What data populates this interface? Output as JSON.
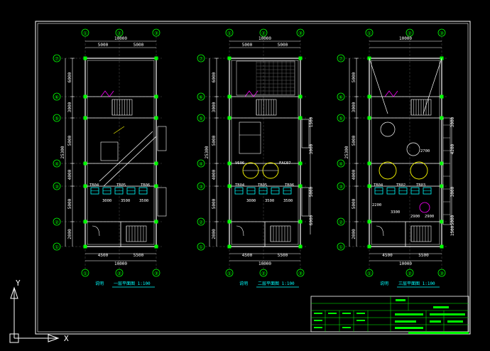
{
  "plans": [
    {
      "id": "plan-1",
      "axes_top": [
        "①",
        "②",
        "③"
      ],
      "axes_side": [
        "⑦",
        "⑥",
        "⑤",
        "④",
        "③",
        "②",
        "①"
      ],
      "top_total": "10000",
      "top_dims": [
        "5000",
        "5000"
      ],
      "left_total": "25300",
      "left_dims": [
        "6000",
        "3000",
        "5000",
        "4000",
        "5000",
        "2000"
      ],
      "bottom_dims": [
        "4500",
        "5500"
      ],
      "bottom_total": "10000",
      "labels": [
        "TB04",
        "TB05",
        "TB06",
        "3000",
        "3500",
        "3500"
      ],
      "caption": "一层平面图 1:100",
      "caption_prefix": "说明"
    },
    {
      "id": "plan-2",
      "axes_top": [
        "①",
        "②",
        "③"
      ],
      "axes_side": [
        "⑦",
        "⑥",
        "⑤",
        "④",
        "③",
        "②",
        "①"
      ],
      "top_total": "10000",
      "top_dims": [
        "5000",
        "5000"
      ],
      "left_total": "25300",
      "left_dims": [
        "6000",
        "3000",
        "5000",
        "4000",
        "5000",
        "2000"
      ],
      "right_dims": [
        "1500",
        "3000",
        "5000",
        "6000"
      ],
      "bottom_dims": [
        "4500",
        "5500"
      ],
      "bottom_total": "10000",
      "labels": [
        "V606",
        "FAC07",
        "TB04",
        "TB05",
        "TB06",
        "3000",
        "3500",
        "3500"
      ],
      "caption": "二层平面图 1:100",
      "caption_prefix": "说明"
    },
    {
      "id": "plan-3",
      "axes_top": [
        "①",
        "②",
        "③"
      ],
      "axes_side": [
        "⑦",
        "⑥",
        "⑤",
        "④",
        "③",
        "②",
        "①"
      ],
      "top_total": "10000",
      "left_total": "25300",
      "left_dims": [
        "5000",
        "3000",
        "5000",
        "4000",
        "5000",
        "2000"
      ],
      "right_dims": [
        "3000",
        "4200",
        "3000",
        "5000",
        "1500"
      ],
      "bottom_dims": [
        "4500",
        "5500"
      ],
      "bottom_total": "10000",
      "labels": [
        "TB04",
        "TB02",
        "TB03",
        "2200",
        "3300",
        "2900",
        "2900",
        "2700"
      ],
      "caption": "三层平面图 1:100",
      "caption_prefix": "说明"
    }
  ],
  "ucs": {
    "y": "Y",
    "x": "X"
  },
  "title_block": {
    "rows": 5
  },
  "colors": {
    "background": "#000000",
    "frame": "#ffffff",
    "wall": "#ffffff",
    "column": "#00ff00",
    "dimension": "#ffffff",
    "axis_bubble": "#00ff00",
    "equipment": "#00ffff",
    "annotation": "#ffff00",
    "door": "#ff00ff",
    "caption": "#00ffff",
    "title_block": "#00ff00"
  }
}
